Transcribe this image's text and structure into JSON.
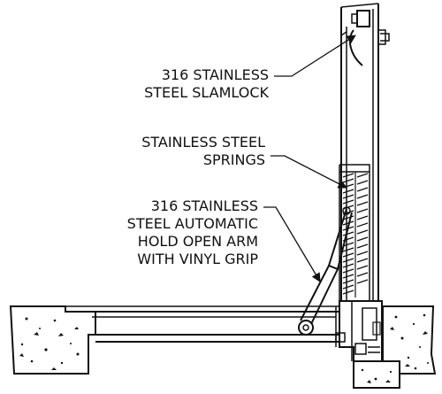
{
  "labels": {
    "slamlock": {
      "line1": "316 STAINLESS",
      "line2": "STEEL SLAMLOCK"
    },
    "springs": {
      "line1": "STAINLESS STEEL",
      "line2": "SPRINGS"
    },
    "arm": {
      "line1": "316 STAINLESS",
      "line2": "STEEL AUTOMATIC",
      "line3": "HOLD OPEN ARM",
      "line4": "WITH VINYL GRIP"
    }
  },
  "colors": {
    "ink": "#111111",
    "background": "#ffffff",
    "concrete_fill": "#ffffff"
  }
}
